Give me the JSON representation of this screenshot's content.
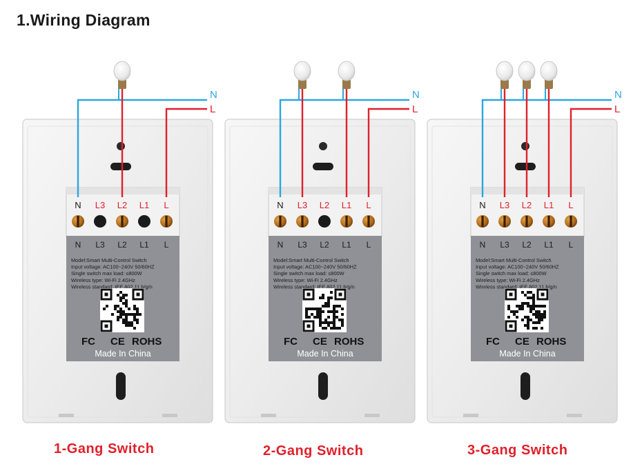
{
  "page_title": "1.Wiring Diagram",
  "wire_labels": {
    "neutral": "N",
    "live": "L"
  },
  "colors": {
    "neutral_wire": "#2aa7df",
    "live_wire": "#e0202a",
    "text_black": "#1a1a1a",
    "label_panel": "#8f9196"
  },
  "terminal_header_labels": [
    "N",
    "L3",
    "L2",
    "L1",
    "L"
  ],
  "terminal_lower_labels": [
    "N",
    "L3",
    "L2",
    "L1",
    "L"
  ],
  "spec_lines": [
    "Model:Smart Multi-Control Switch",
    "Input voltage: AC100~240V 50/60HZ",
    "Single switch max load: ≤800W",
    "Wireless type: Wi-Fi 2.4GHz",
    "Wireless standard: IEE 802.11 b/g/n"
  ],
  "cert_marks": {
    "fc": "FC",
    "ce": "CE",
    "rohs": "ROHS"
  },
  "made_in": "Made In China",
  "switches": [
    {
      "caption": "1-Gang Switch",
      "gangs": 1,
      "active_terminals": [
        "N",
        "L2",
        "L"
      ]
    },
    {
      "caption": "2-Gang Switch",
      "gangs": 2,
      "active_terminals": [
        "N",
        "L3",
        "L1",
        "L"
      ]
    },
    {
      "caption": "3-Gang Switch",
      "gangs": 3,
      "active_terminals": [
        "N",
        "L3",
        "L2",
        "L1",
        "L"
      ]
    }
  ]
}
